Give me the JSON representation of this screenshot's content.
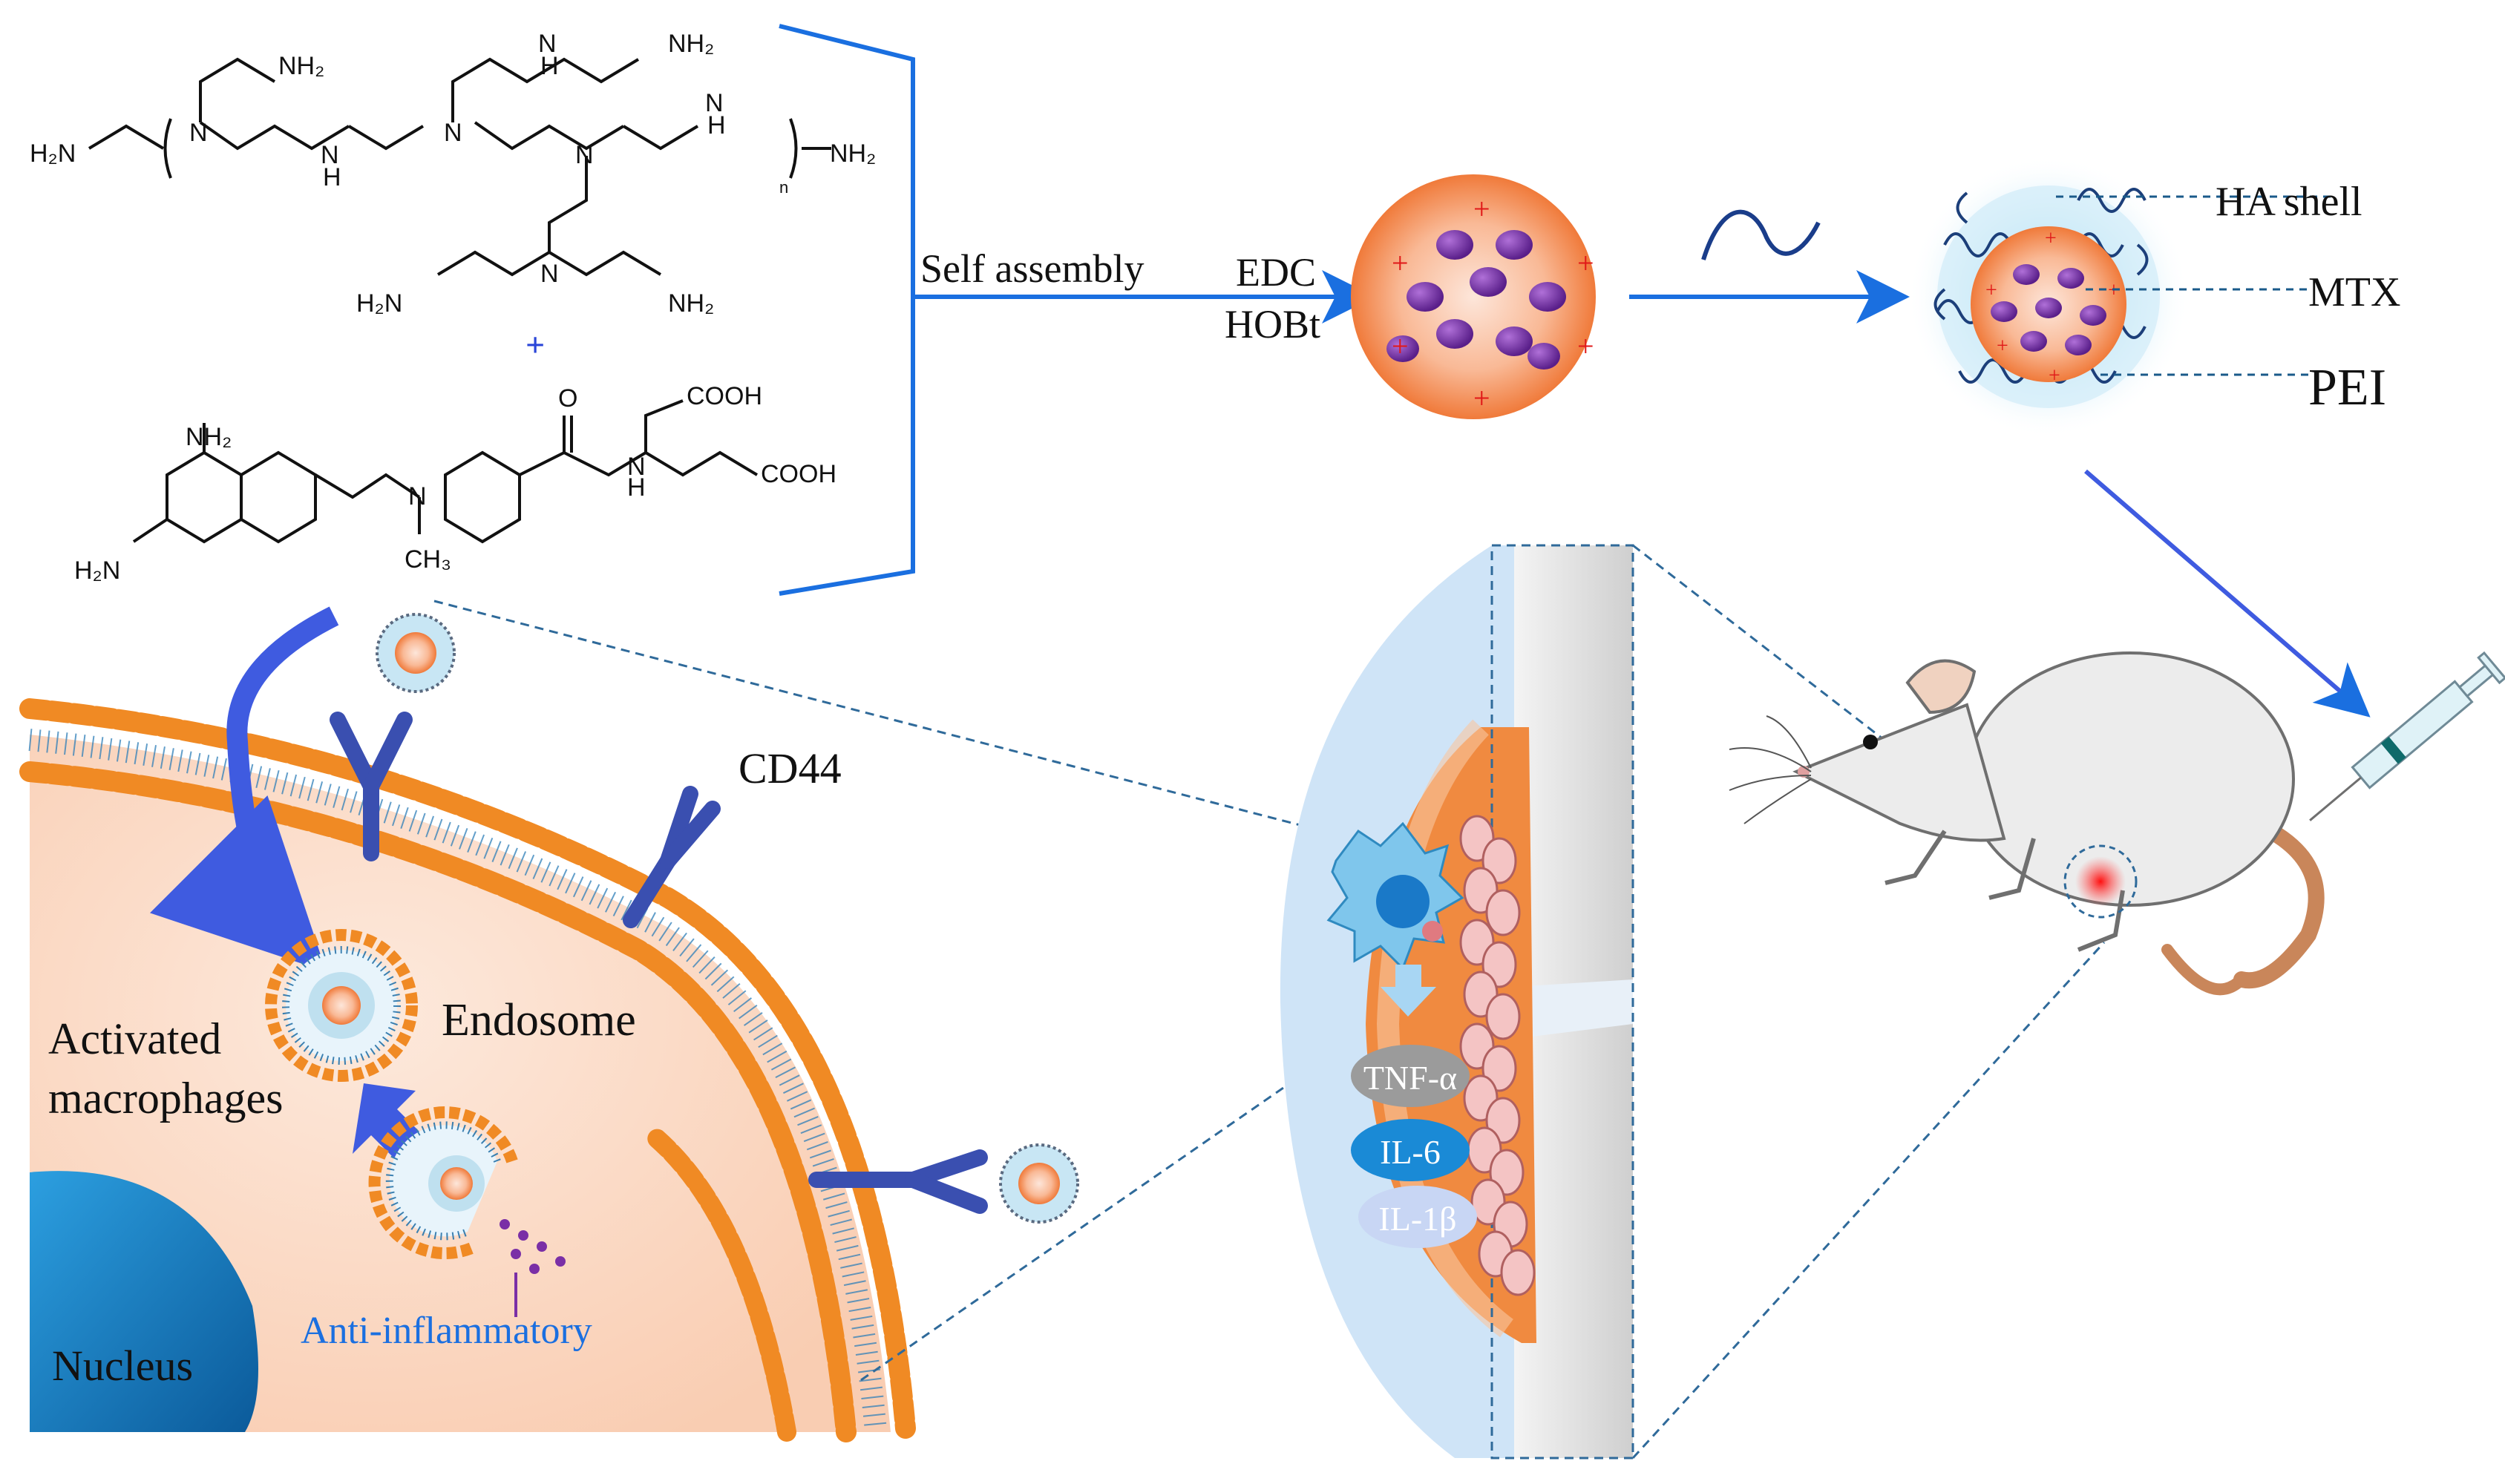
{
  "chemistry": {
    "pei": {
      "h2n_left": "H₂N",
      "nh2_top1": "NH₂",
      "nh2_top2": "NH₂",
      "nh2_right": "NH₂",
      "h2n_mid": "H₂N",
      "nh2_mid": "NH₂",
      "n": "N",
      "h": "H",
      "repeat_n": "n"
    },
    "plus": "+",
    "mtx": {
      "nh2_top": "NH₂",
      "h2n_bottom": "H₂N",
      "ch3": "CH₃",
      "cooh_top": "COOH",
      "cooh_bottom": "COOH",
      "o": "O",
      "n": "N",
      "h": "H"
    }
  },
  "process": {
    "self_assembly": "Self assembly",
    "reagent_1": "EDC",
    "reagent_2": "HOBt",
    "particle_charge": "+"
  },
  "nanoparticle_labels": {
    "shell": "HA shell",
    "drug": "MTX",
    "core": "PEI"
  },
  "cell": {
    "receptor": "CD44",
    "endosome": "Endosome",
    "activated_line1": "Activated",
    "activated_line2": "macrophages",
    "nucleus": "Nucleus",
    "effect": "Anti-inflammatory"
  },
  "joint": {
    "cytokines": [
      "TNF-α",
      "IL-6",
      "IL-1β"
    ]
  },
  "colors": {
    "arrow_blue": "#1a6fe0",
    "receptor_blue": "#3a4fb0",
    "membrane_orange": "#f08a24",
    "cytoplasm": "#fcdcc8",
    "charge_red": "#e01818",
    "drug_purple": "#7a2fa6"
  }
}
